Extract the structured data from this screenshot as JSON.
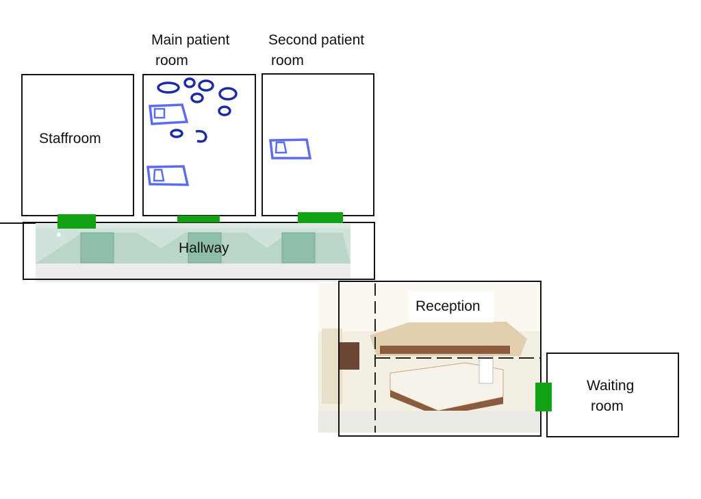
{
  "rooms": {
    "staffroom": "Staffroom",
    "main_patient": [
      "Main patient",
      "room"
    ],
    "second_patient": [
      "Second patient",
      "room"
    ],
    "hallway": "Hallway",
    "reception": "Reception",
    "waiting": [
      "Waiting",
      "room"
    ]
  },
  "colors": {
    "door": "#12a112",
    "furniture": "#5a6cf0",
    "chairs": "#1c2aa8",
    "outline": "#111111"
  }
}
